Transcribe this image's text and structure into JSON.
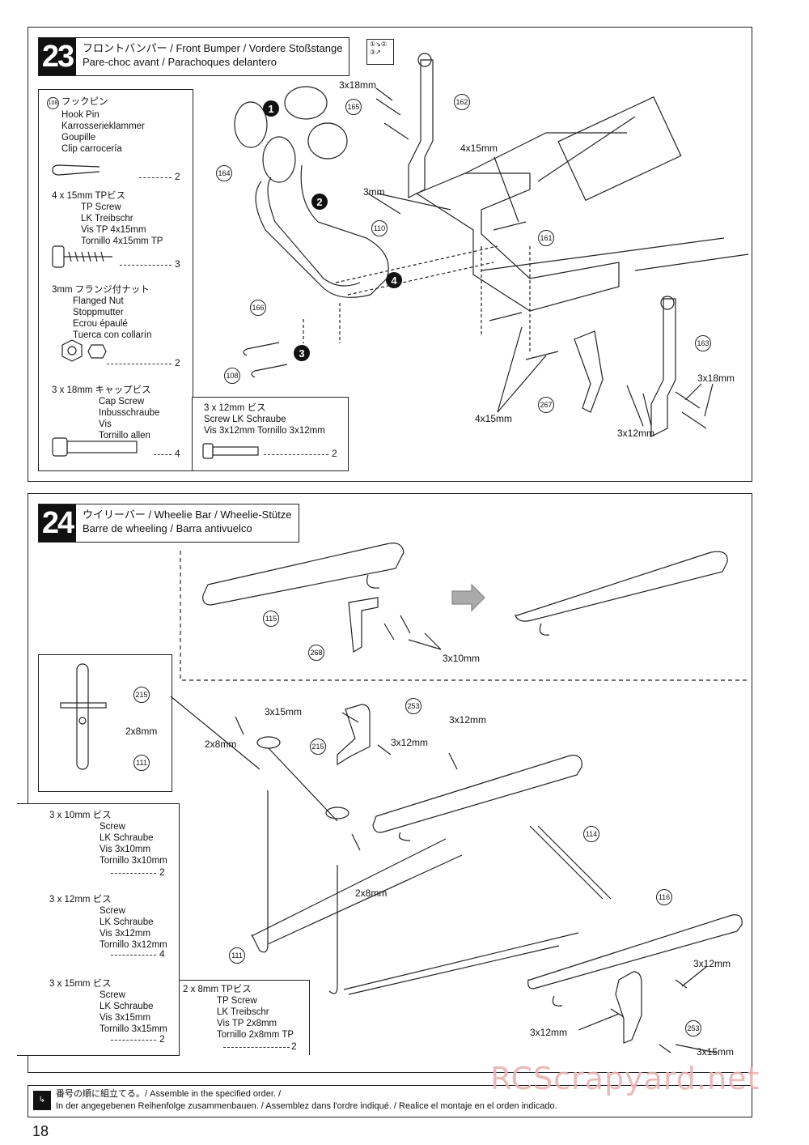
{
  "step23": {
    "number": "23",
    "title_line1": "フロントバンパー / Front Bumper / Vordere Stoßstange",
    "title_line2": "Pare-choc avant / Parachoques delantero",
    "order_icon": "sequence-order-icon",
    "parts": [
      {
        "id": "108",
        "hdr": "フックピン",
        "names": [
          "Hook Pin",
          "Karrosserieklammer",
          "Goupille",
          "Clip carrocería"
        ],
        "qty": "2"
      },
      {
        "id": "",
        "hdr": "4 x 15mm  TPビス",
        "names": [
          "TP Screw",
          "LK Treibschr",
          "Vis TP 4x15mm",
          "Tornillo 4x15mm TP"
        ],
        "qty": "3"
      },
      {
        "id": "",
        "hdr": "3mm  フランジ付ナット",
        "names": [
          "Flanged Nut",
          "Stoppmutter",
          "Ecrou épaulé",
          "Tuerca con collarín"
        ],
        "qty": "2"
      },
      {
        "id": "",
        "hdr": "3 x 18mm  キャップビス",
        "names": [
          "Cap Screw",
          "Inbusschraube",
          "Vis",
          "Tornillo allen"
        ],
        "qty": "4"
      }
    ],
    "part5": {
      "hdr": "3 x 12mm  ビス",
      "line1": "Screw    LK Schraube",
      "line2": "Vis 3x12mm    Tornillo 3x12mm",
      "qty": "2"
    },
    "labels": {
      "s3x18a": "3x18mm",
      "s4x15a": "4x15mm",
      "s3mm": "3mm",
      "s4x15b": "4x15mm",
      "s3x18b": "3x18mm",
      "s3x12": "3x12mm"
    },
    "callouts": [
      "162",
      "165",
      "164",
      "110",
      "161",
      "166",
      "108",
      "163",
      "267"
    ],
    "seq": [
      "1",
      "2",
      "3",
      "4"
    ]
  },
  "step24": {
    "number": "24",
    "title_line1": "ウイリーバー / Wheelie Bar / Wheelie-Stütze",
    "title_line2": "Barre de wheeling / Barra antivuelco",
    "parts": [
      {
        "hdr": "3 x 10mm  ビス",
        "names": [
          "Screw",
          "LK Schraube",
          "Vis 3x10mm",
          "Tornillo 3x10mm"
        ],
        "qty": "2"
      },
      {
        "hdr": "3 x 12mm  ビス",
        "names": [
          "Screw",
          "LK Schraube",
          "Vis 3x12mm",
          "Tornillo 3x12mm"
        ],
        "qty": "4"
      },
      {
        "hdr": "3 x 15mm  ビス",
        "names": [
          "Screw",
          "LK Schraube",
          "Vis 3x15mm",
          "Tornillo 3x15mm"
        ],
        "qty": "2"
      }
    ],
    "part4": {
      "hdr": "2 x 8mm  TPビス",
      "names": [
        "TP Screw",
        "LK Treibschr",
        "Vis TP 2x8mm",
        "Tornillo 2x8mm TP"
      ],
      "qty": "2"
    },
    "labels": {
      "s3x10": "3x10mm",
      "s2x8inset": "2x8mm",
      "s3x15a": "3x15mm",
      "s2x8a": "2x8mm",
      "s3x12a": "3x12mm",
      "s3x12b": "3x12mm",
      "s2x8b": "2x8mm",
      "s3x12c": "3x12mm",
      "s3x12d": "3x12mm",
      "s3x15b": "3x15mm"
    },
    "callouts": [
      "115",
      "268",
      "215",
      "111",
      "253",
      "114",
      "116"
    ]
  },
  "footer": {
    "line1": "番号の順に組立てる。/  Assemble in the specified order. /",
    "line2": "In der angegebenen Reihenfolge zusammenbauen. / Assemblez dans l'ordre indiqué. / Realice el montaje en el orden indicado."
  },
  "page_number": "18",
  "watermark": "RCScrapyard.net"
}
